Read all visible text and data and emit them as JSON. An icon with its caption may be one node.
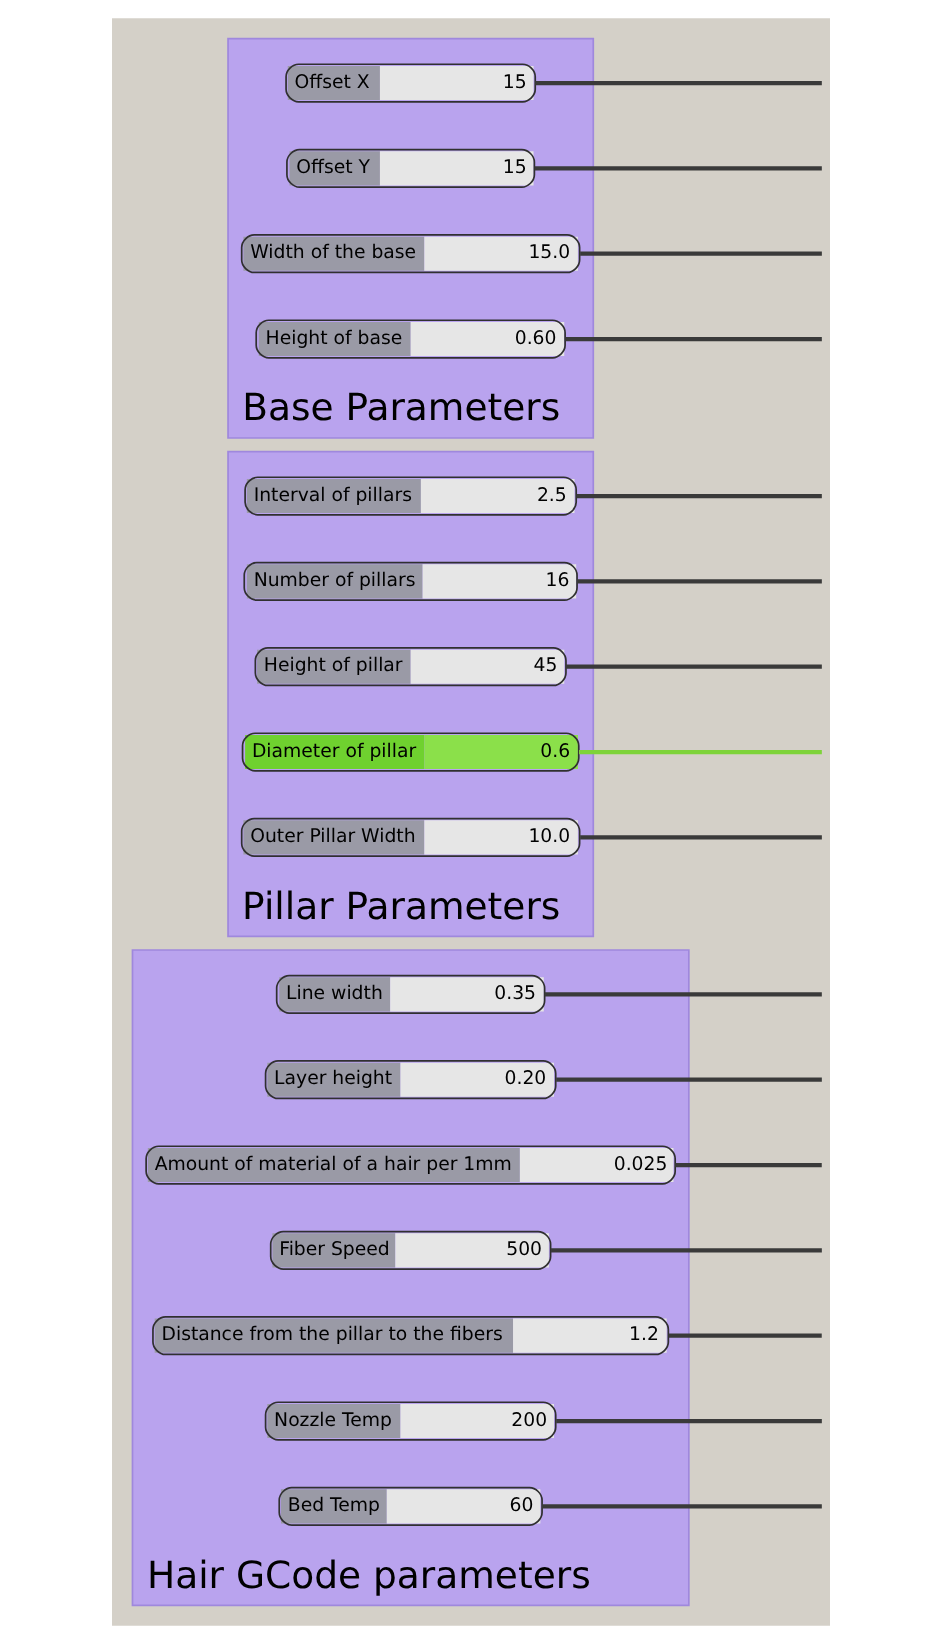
{
  "diagram": {
    "nodes": [
      {
        "text": [
          "Base Parameters"
        ]
      },
      {
        "text": [
          "Offset X",
          "15"
        ],
        "in": 0
      },
      {
        "text": [
          "Offset Y",
          "15"
        ],
        "in": 0
      },
      {
        "text": [
          "Width of the base",
          "15.0"
        ],
        "in": 0
      },
      {
        "text": [
          "Height of base",
          "0.60"
        ],
        "in": 0
      },
      {
        "text": [
          "Pillar Parameters"
        ]
      },
      {
        "text": [
          "Interval of pillars",
          "2.5"
        ],
        "in": 5
      },
      {
        "text": [
          "Number of pillars",
          "16"
        ],
        "in": 5
      },
      {
        "text": [
          "Height of pillar",
          "45"
        ],
        "in": 5
      },
      {
        "text": [
          "Diameter of pillar",
          "0.6"
        ],
        "in": 5
      },
      {
        "text": [
          "Outer Pillar Width",
          "10.0"
        ],
        "in": 5
      },
      {
        "text": [
          "Hair GCode parameters"
        ]
      },
      {
        "text": [
          "Line width",
          "0.35"
        ],
        "in": 11
      },
      {
        "text": [
          "Layer height",
          "0.20"
        ],
        "in": 11
      },
      {
        "text": [
          "Amount of material of a hair per 1mm",
          "0.025"
        ],
        "in": 11
      },
      {
        "text": [
          "Fiber Speed",
          "500"
        ],
        "in": 11
      },
      {
        "text": [
          "Distance from the pillar to the fibers",
          "1.2"
        ],
        "in": 11
      },
      {
        "text": [
          "Nozzle Temp",
          "200"
        ],
        "in": 11
      },
      {
        "text": [
          "Bed Temp",
          "60"
        ],
        "in": 11
      }
    ],
    "edges": [
      {
        "from": 1,
        "to": null,
        "arrow": "none"
      },
      {
        "from": 2,
        "to": null,
        "arrow": "none"
      },
      {
        "from": 3,
        "to": null,
        "arrow": "none"
      },
      {
        "from": 4,
        "to": null,
        "arrow": "none"
      },
      {
        "from": 6,
        "to": null,
        "arrow": "none"
      },
      {
        "from": 7,
        "to": null,
        "arrow": "none"
      },
      {
        "from": 8,
        "to": null,
        "arrow": "none"
      },
      {
        "from": 9,
        "to": null,
        "arrow": "none",
        "color": "#7ed33a"
      },
      {
        "from": 10,
        "to": null,
        "arrow": "none"
      },
      {
        "from": 12,
        "to": null,
        "arrow": "none"
      },
      {
        "from": 13,
        "to": null,
        "arrow": "none"
      },
      {
        "from": 14,
        "to": null,
        "arrow": "none"
      },
      {
        "from": 15,
        "to": null,
        "arrow": "none"
      },
      {
        "from": 16,
        "to": null,
        "arrow": "none"
      },
      {
        "from": 17,
        "to": null,
        "arrow": "none"
      },
      {
        "from": 18,
        "to": null,
        "arrow": "none"
      }
    ]
  }
}
